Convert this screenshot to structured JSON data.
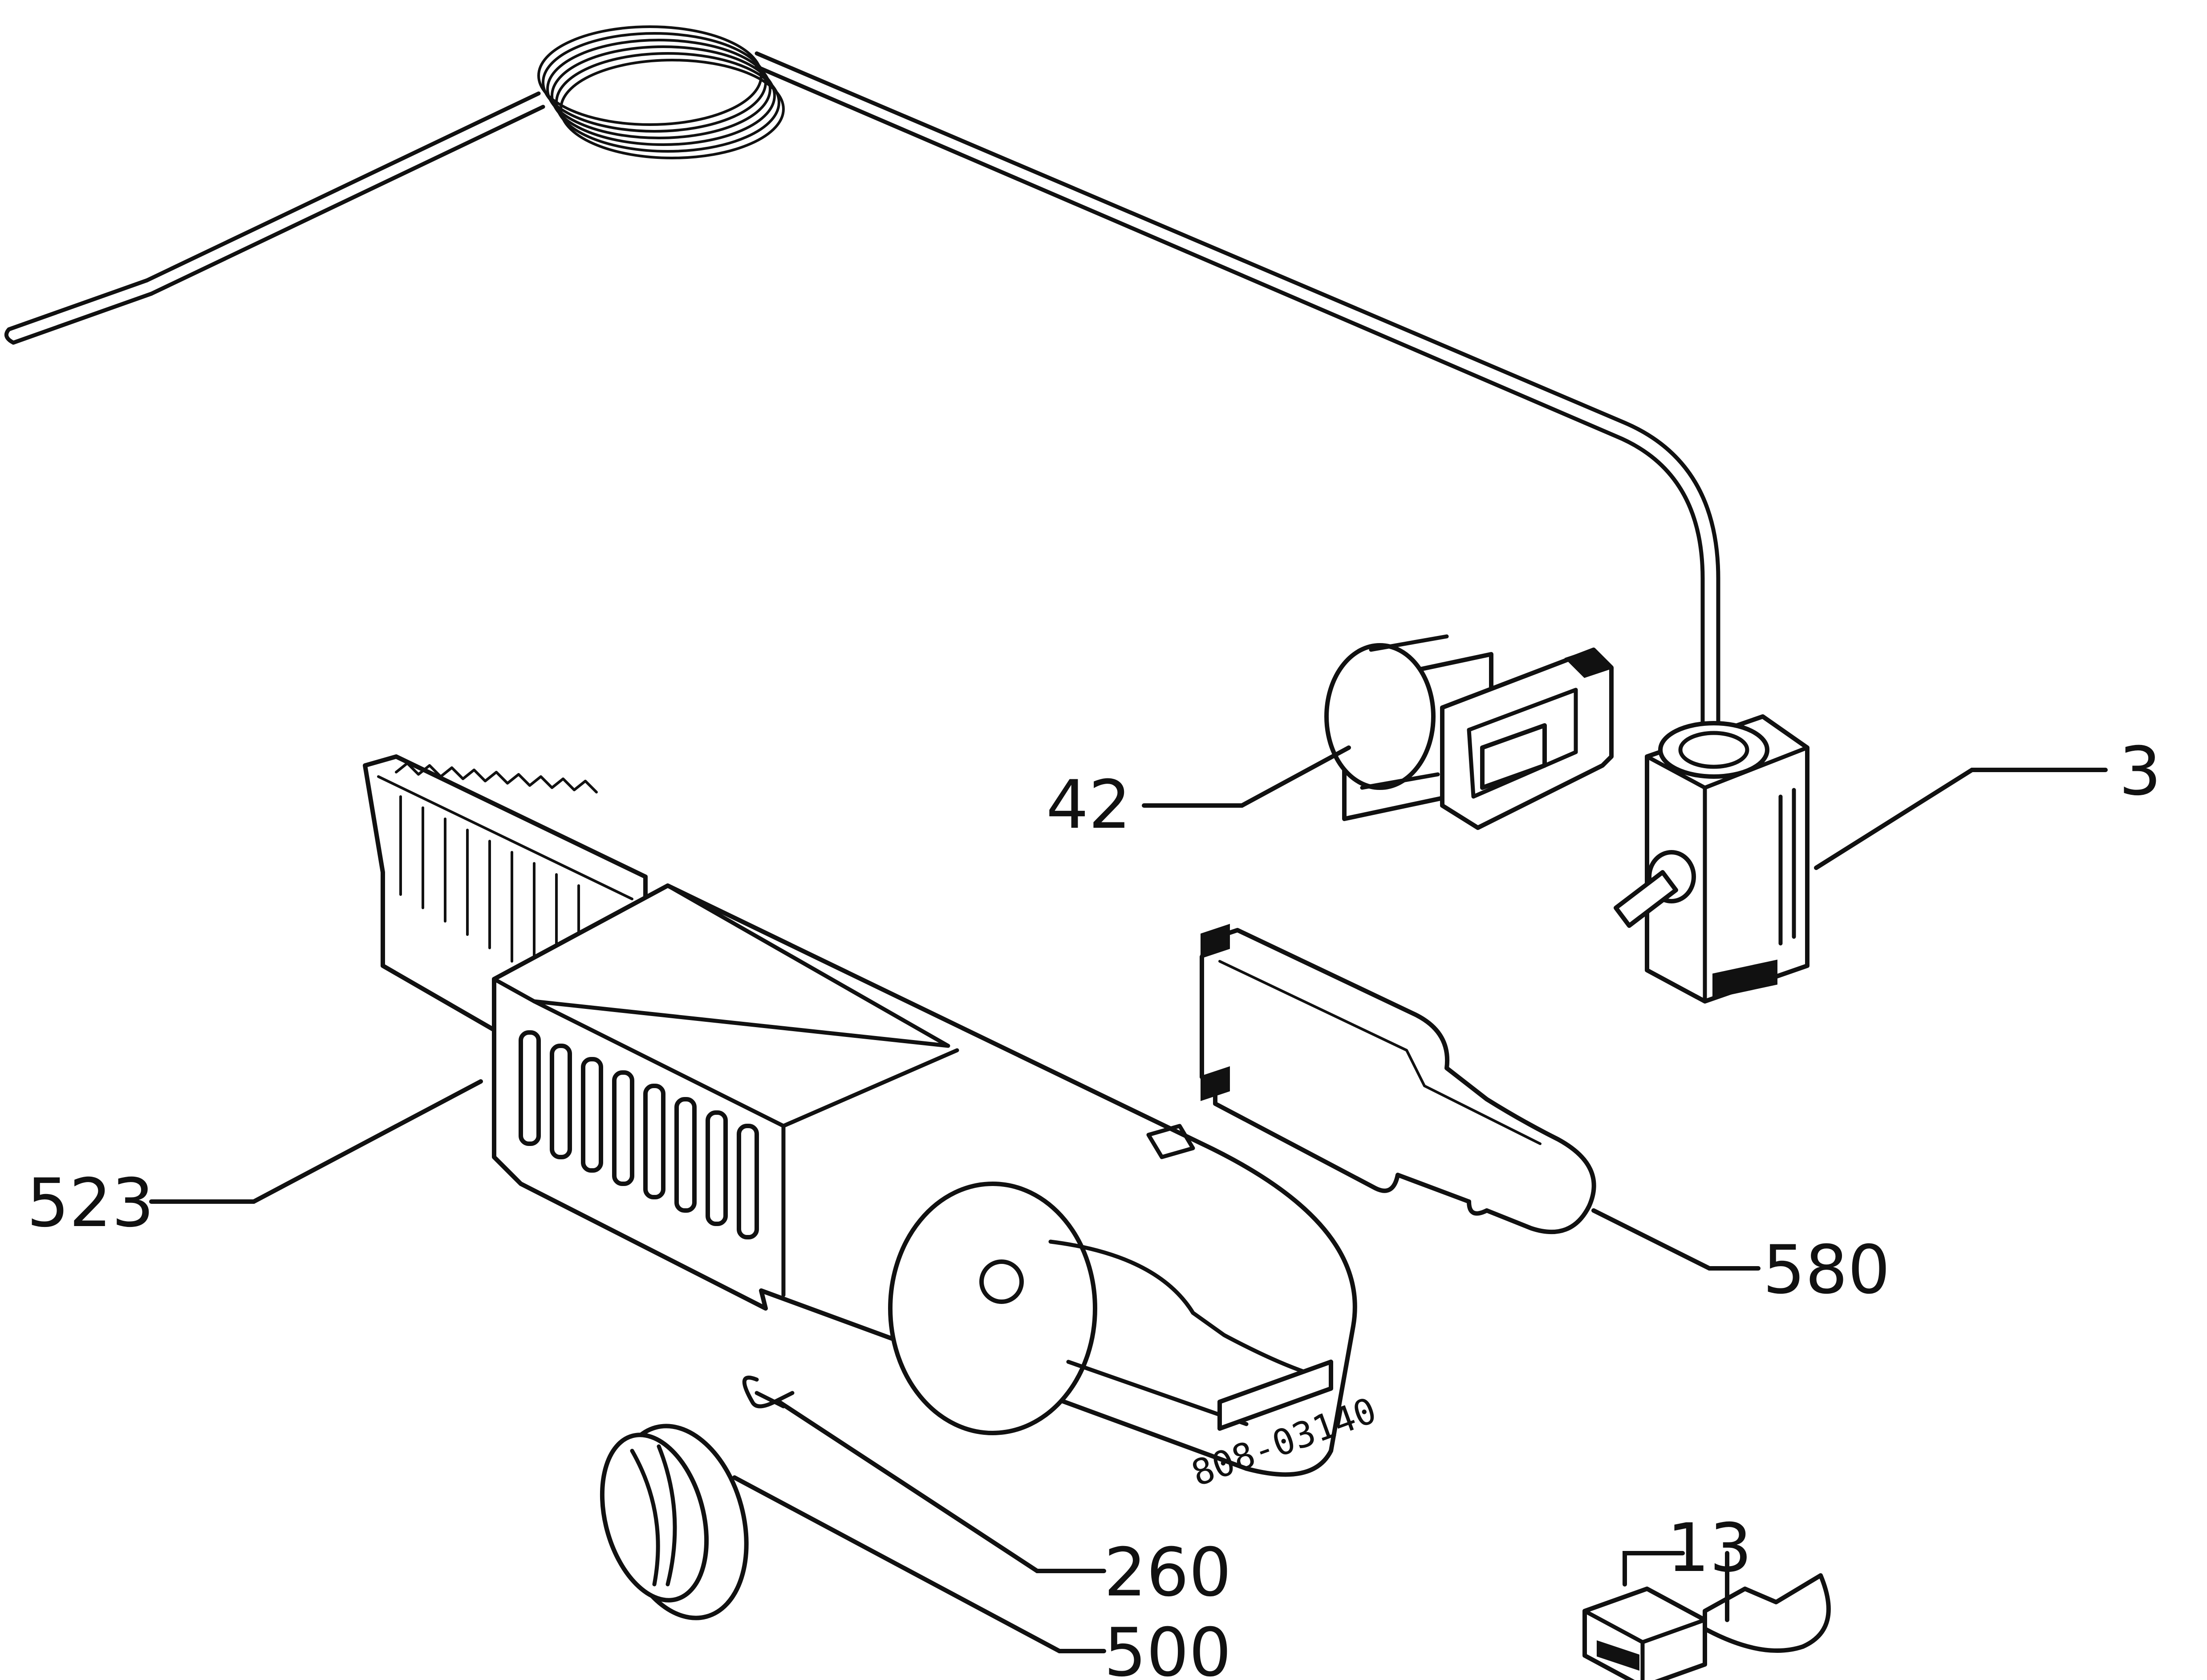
{
  "callouts": {
    "c3": "3",
    "c42": "42",
    "c523": "523",
    "c580": "580",
    "c260": "260",
    "c500": "500",
    "c13": "13"
  },
  "drawing_code": "808-03140",
  "colors": {
    "ink": "#111111",
    "paper": "#ffffff"
  }
}
